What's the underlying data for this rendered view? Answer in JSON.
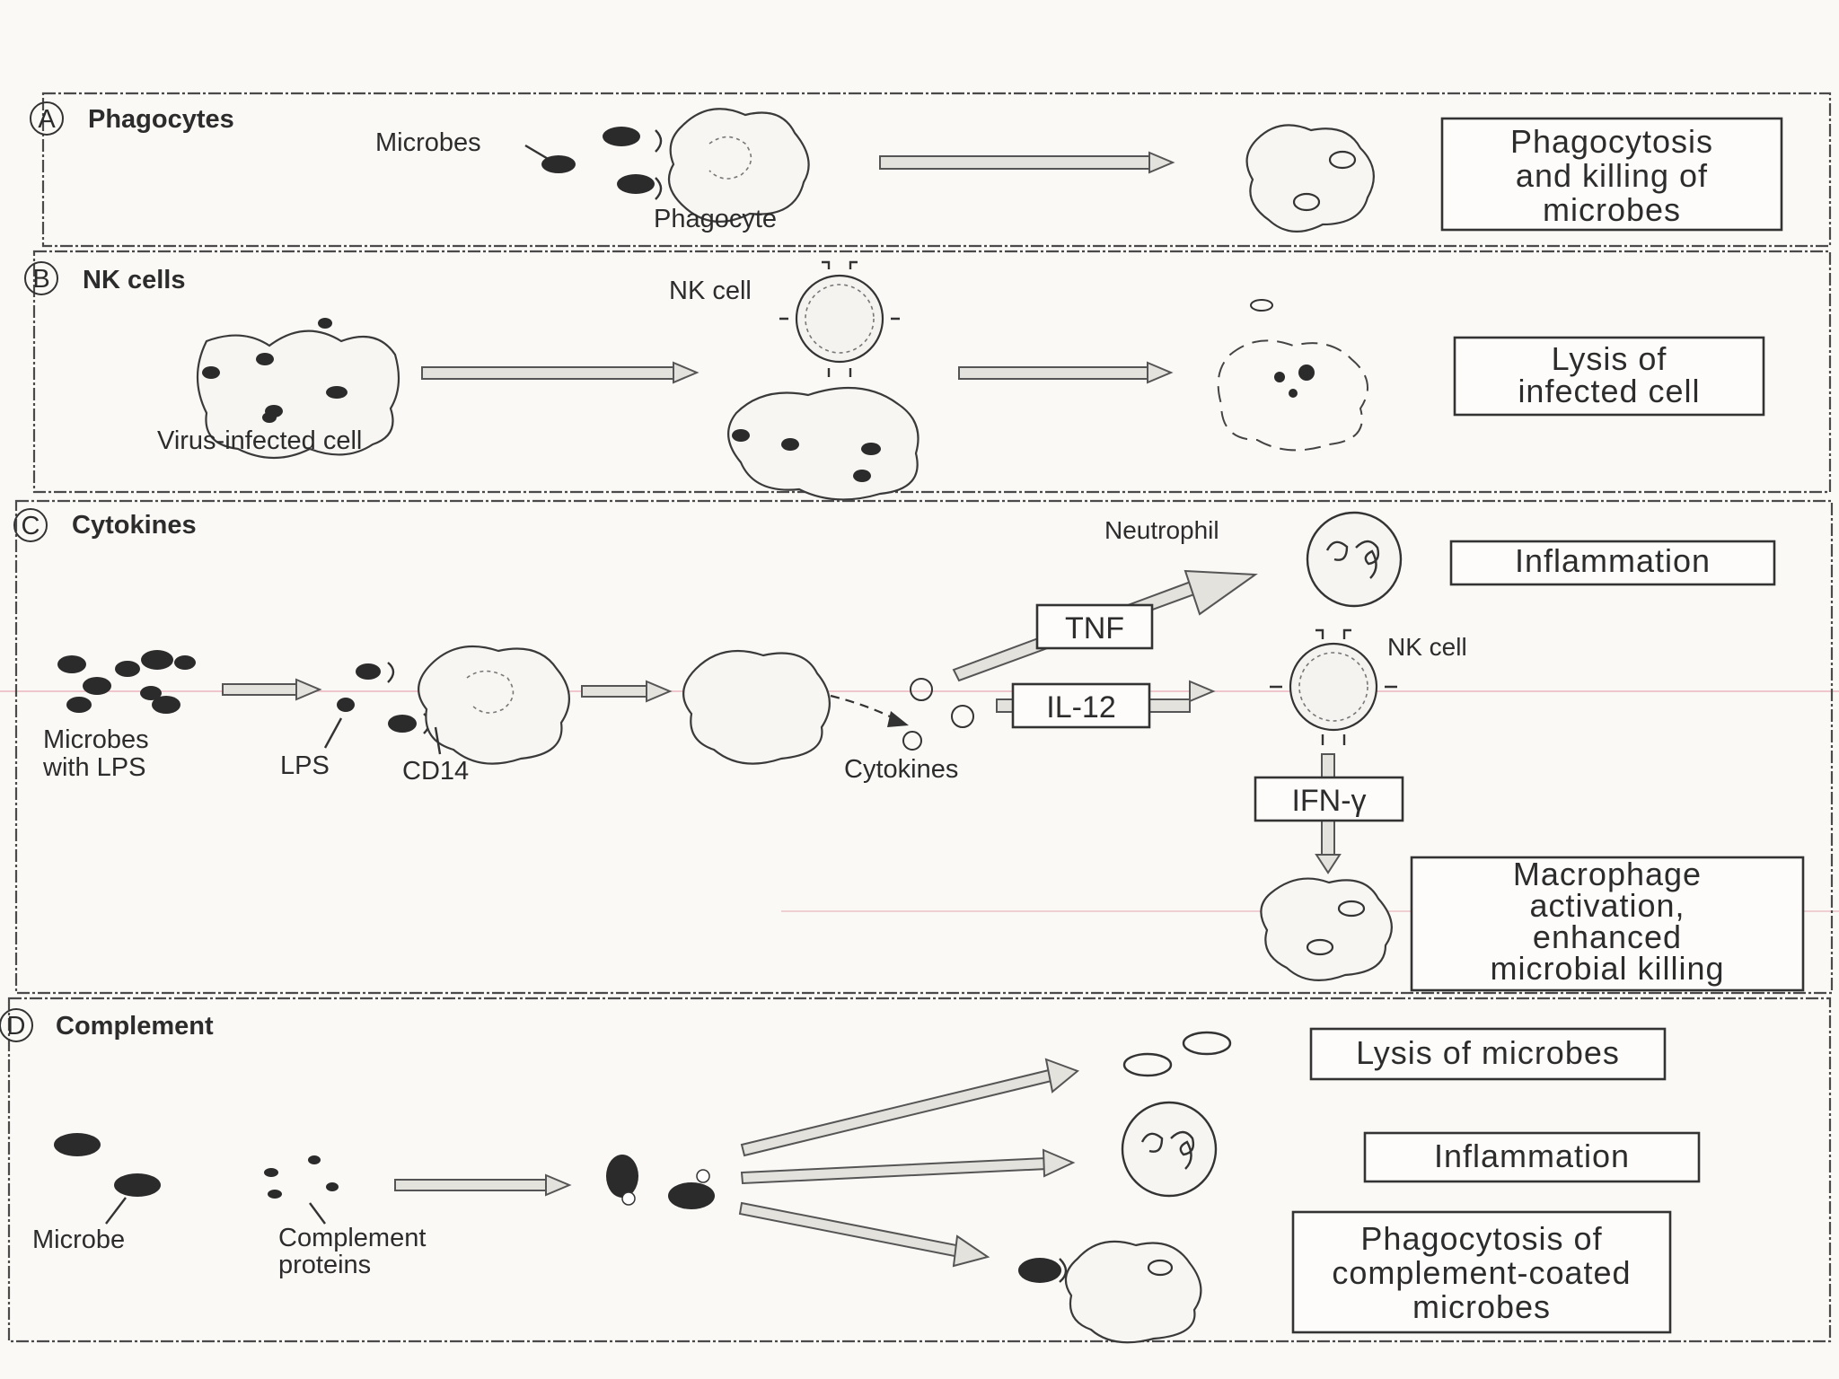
{
  "panels": {
    "a": {
      "letter": "A",
      "title": "Phagocytes",
      "labels": {
        "microbes": "Microbes",
        "phagocyte": "Phagocyte"
      },
      "outcome": [
        "Phagocytosis",
        "and killing of",
        "microbes"
      ]
    },
    "b": {
      "letter": "B",
      "title": "NK cells",
      "labels": {
        "virus_cell": "Virus-infected cell",
        "nk_cell": "NK cell"
      },
      "outcome": [
        "Lysis of",
        "infected cell"
      ]
    },
    "c": {
      "letter": "C",
      "title": "Cytokines",
      "labels": {
        "microbes": [
          "Microbes",
          "with LPS"
        ],
        "lps": "LPS",
        "cd14": "CD14",
        "cytokines": "Cytokines",
        "neutrophil": "Neutrophil",
        "nk_cell": "NK cell"
      },
      "cytokine_boxes": {
        "tnf": "TNF",
        "il12": "IL-12",
        "ifn": "IFN-γ"
      },
      "outcome_inflammation": "Inflammation",
      "outcome_macrophage": [
        "Macrophage",
        "activation,",
        "enhanced",
        "microbial killing"
      ]
    },
    "d": {
      "letter": "D",
      "title": "Complement",
      "labels": {
        "microbe": "Microbe",
        "complement": [
          "Complement",
          "proteins"
        ]
      },
      "outcome_lysis": "Lysis of microbes",
      "outcome_inflammation": "Inflammation",
      "outcome_phago": [
        "Phagocytosis of",
        "complement-coated",
        "microbes"
      ]
    }
  }
}
